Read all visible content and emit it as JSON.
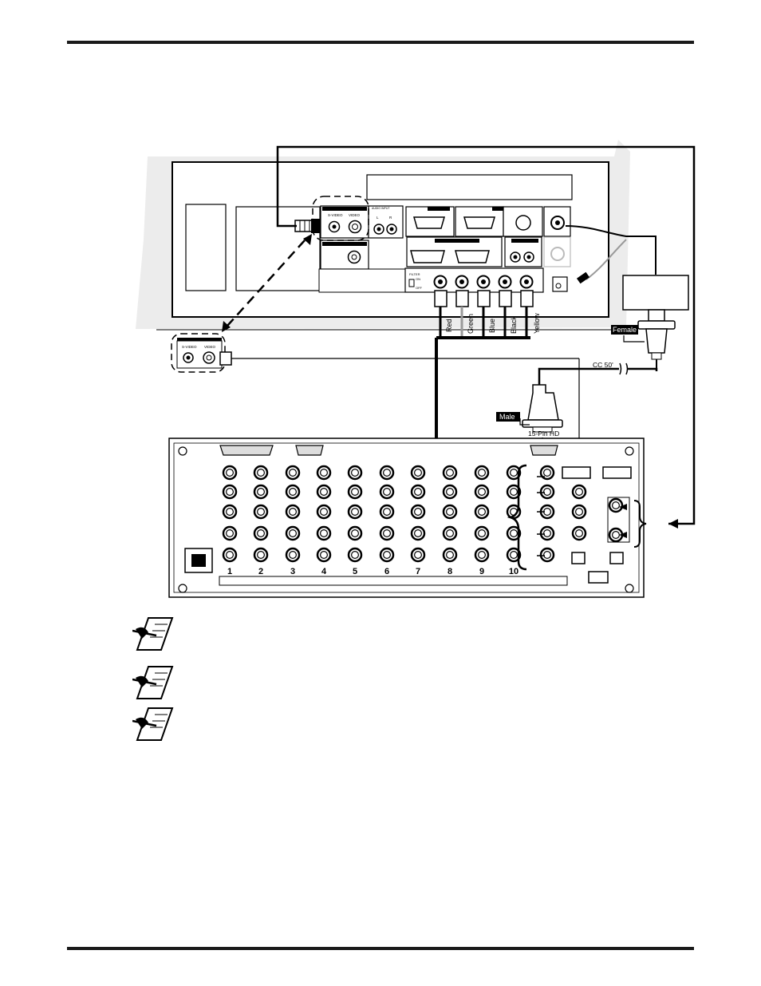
{
  "header": {
    "rule": "top"
  },
  "footer": {
    "rule": "bottom"
  },
  "projector_panel": {
    "svideo_label": "S-VIDEO",
    "video_label": "VIDEO",
    "audio_input_label": "AUDIO INPUT",
    "audio_left": "L",
    "audio_right": "R",
    "filter_label": "FILTER",
    "filter_on": "ON",
    "filter_off": "OFF"
  },
  "callout": {
    "svideo_label": "S-VIDEO",
    "video_label": "VIDEO"
  },
  "cables": {
    "colors": [
      "Red",
      "Green",
      "Blue",
      "Black",
      "Yellow"
    ],
    "female_label": "Female",
    "male_label": "Male",
    "cc_label": "CC 50'",
    "hd_label": "15-Pin HD"
  },
  "switcher": {
    "input_numbers": [
      "1",
      "2",
      "3",
      "4",
      "5",
      "6",
      "7",
      "8",
      "9",
      "10"
    ]
  },
  "notes": [
    {
      "icon": "note-pen-icon"
    },
    {
      "icon": "note-pen-icon"
    },
    {
      "icon": "note-pen-icon"
    }
  ],
  "colors": {
    "ink": "#000000",
    "grey_cable": "#9a9a9a",
    "panel_shade": "#e8e8e8"
  }
}
